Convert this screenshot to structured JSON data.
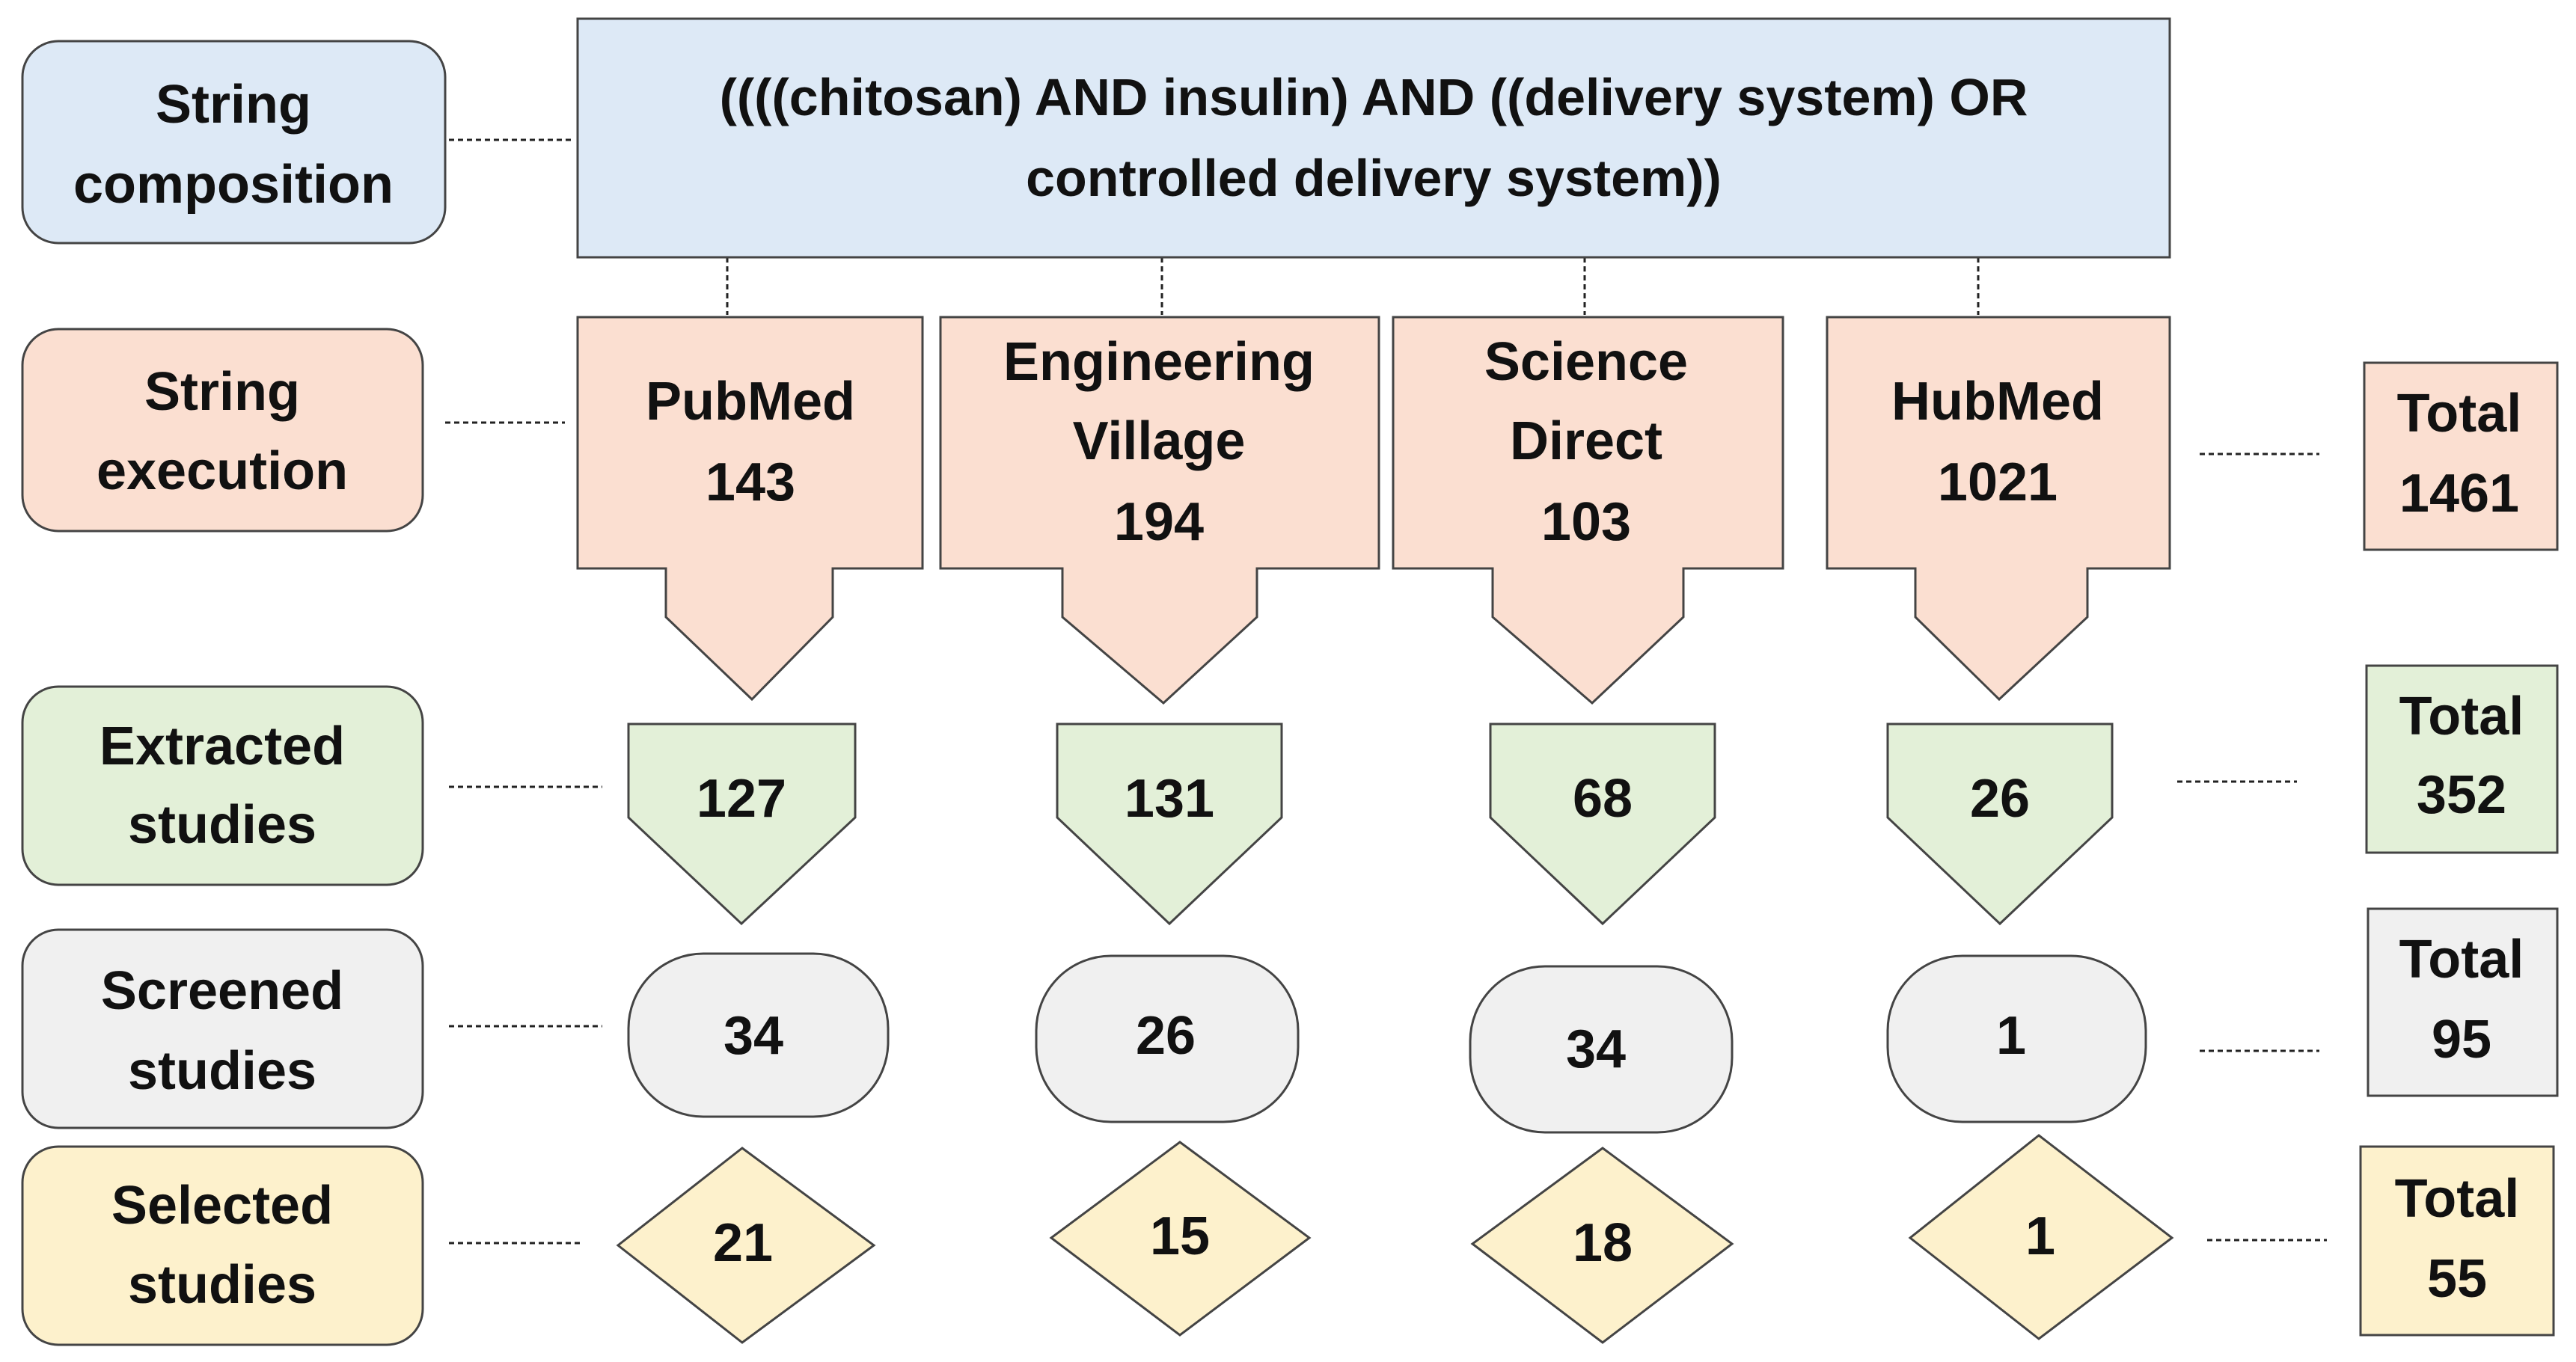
{
  "colors": {
    "composition": "#dde9f6",
    "execution": "#fbdfd1",
    "extracted": "#e3f0d8",
    "screened": "#f0f0f0",
    "selected": "#fdf1cc",
    "stroke": "#444444"
  },
  "stages": {
    "composition": {
      "line1": "String",
      "line2": "composition"
    },
    "execution": {
      "line1": "String",
      "line2": "execution"
    },
    "extracted": {
      "line1": "Extracted",
      "line2": "studies"
    },
    "screened": {
      "line1": "Screened",
      "line2": "studies"
    },
    "selected": {
      "line1": "Selected",
      "line2": "studies"
    }
  },
  "query": {
    "line1": "((((chitosan)  AND insulin) AND ((delivery system) OR",
    "line2": "controlled delivery system))"
  },
  "databases": [
    {
      "name_line1": "PubMed",
      "name_line2": "",
      "count": "143",
      "extracted": "127",
      "screened": "34",
      "selected": "21"
    },
    {
      "name_line1": "Engineering",
      "name_line2": "Village",
      "count": "194",
      "extracted": "131",
      "screened": "26",
      "selected": "15"
    },
    {
      "name_line1": "Science",
      "name_line2": "Direct",
      "count": "103",
      "extracted": "68",
      "screened": "34",
      "selected": "18"
    },
    {
      "name_line1": "HubMed",
      "name_line2": "",
      "count": "1021",
      "extracted": "26",
      "screened": "1",
      "selected": "1"
    }
  ],
  "totals": {
    "execution": {
      "label": "Total",
      "value": "1461"
    },
    "extracted": {
      "label": "Total",
      "value": "352"
    },
    "screened": {
      "label": "Total",
      "value": "95"
    },
    "selected": {
      "label": "Total",
      "value": "55"
    }
  }
}
